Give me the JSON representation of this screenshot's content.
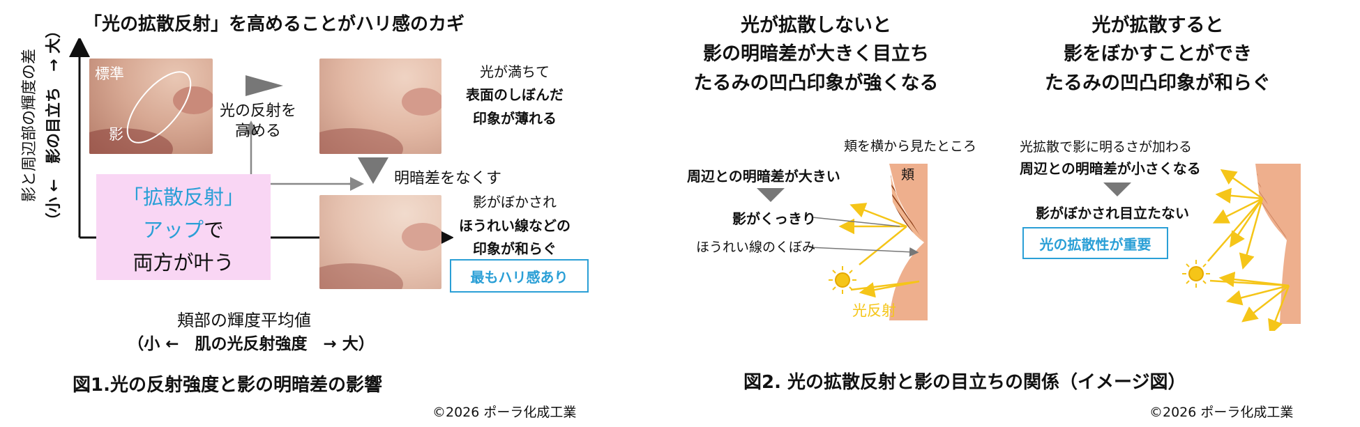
{
  "fig1": {
    "heading": "「光の拡散反射」を高めることがハリ感のカギ",
    "y_axis_line1": "影と周辺部の輝度の差",
    "y_axis_line2": "（小 ←　影の目立ち　→ 大）",
    "x_axis_line1": "頬部の輝度平均値",
    "x_axis_line2": "（小 ←　肌の光反射強度　→ 大）",
    "photo_std_label": "標準",
    "photo_shadow_label": "影",
    "arrow_right_text": "光の反射を\n高める",
    "arrow_down_text": "明暗差をなくす",
    "top_right_line1": "光が満ちて",
    "top_right_line2": "表面のしぼんだ",
    "top_right_line3": "印象が薄れる",
    "bottom_right_line1": "影がぼかされ",
    "bottom_right_line2": "ほうれい線などの",
    "bottom_right_line3": "印象が和らぐ",
    "badge": "最もハリ感あり",
    "pink_line1": "「拡散反射」",
    "pink_line2a": "アップ",
    "pink_line2b": "で",
    "pink_line3": "両方が叶う",
    "caption": "図1.光の反射強度と影の明暗差の影響",
    "copyright": "©2026 ポーラ化成工業"
  },
  "fig2": {
    "left_heading_1": "光が拡散しないと",
    "left_heading_2": "影の明暗差が大きく目立ち",
    "left_heading_3": "たるみの凹凸印象が強くなる",
    "right_heading_1": "光が拡散すると",
    "right_heading_2": "影をぼかすことができ",
    "right_heading_3": "たるみの凹凸印象が和らぐ",
    "side_view_note": "頬を横から見たところ",
    "cheek_label": "頬",
    "left_point1": "周辺との明暗差が大きい",
    "left_point2": "影がくっきり",
    "nasolabial": "ほうれい線のくぼみ",
    "reflection": "光反射",
    "right_point1": "光拡散で影に明るさが加わる",
    "right_point2": "周辺との明暗差が小さくなる",
    "right_point3": "影がぼかされ目立たない",
    "right_badge": "光の拡散性が重要",
    "caption": "図2. 光の拡散反射と影の目立ちの関係（イメージ図）",
    "copyright": "©2026 ポーラ化成工業"
  },
  "colors": {
    "accent_blue": "#2a9fd6",
    "pink": "#f9d6f4",
    "skin": "#eeaf8d",
    "ray_yellow": "#f5c518",
    "arrow_gray": "#777777"
  }
}
